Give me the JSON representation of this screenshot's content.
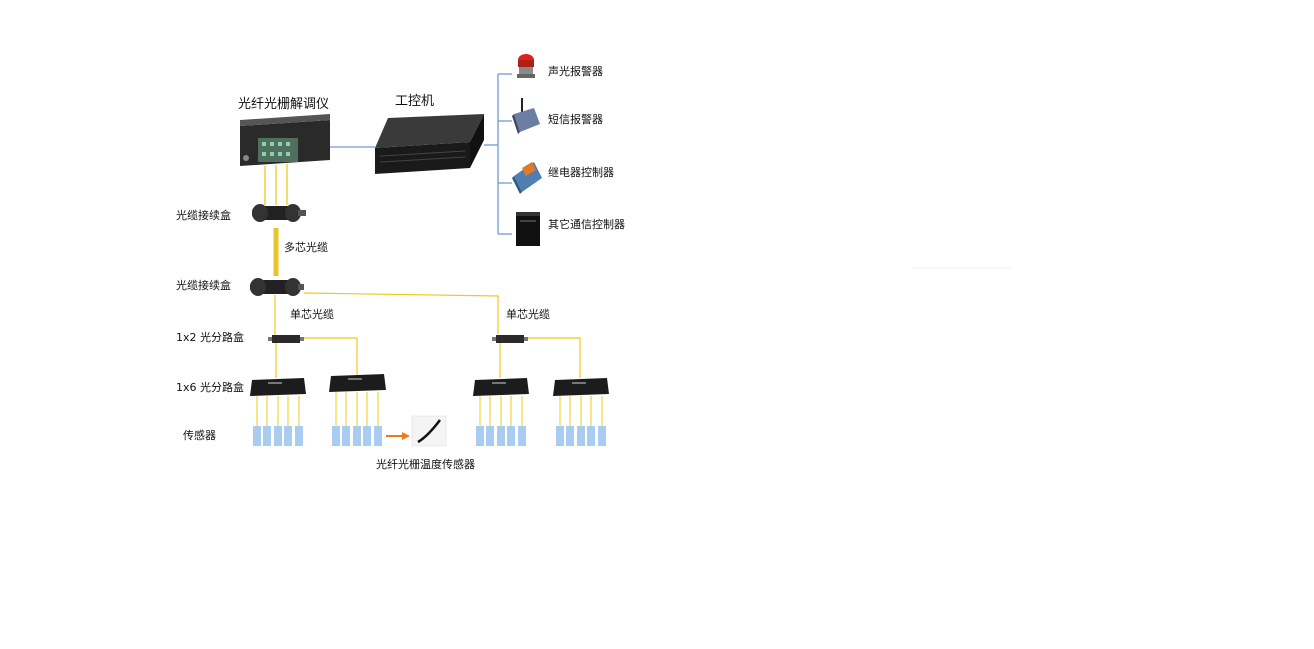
{
  "labels": {
    "demodulator": "光纤光栅解调仪",
    "ipc": "工控机",
    "alarm_sound_light": "声光报警器",
    "alarm_sms": "短信报警器",
    "relay_controller": "继电器控制器",
    "other_controller": "其它通信控制器",
    "splice_box_1": "光缆接续盒",
    "multi_core_cable": "多芯光缆",
    "splice_box_2": "光缆接续盒",
    "single_core_cable_left": "单芯光缆",
    "single_core_cable_right": "单芯光缆",
    "splitter_1x2": "1x2 光分路盒",
    "splitter_1x6": "1x6 光分路盒",
    "sensor": "传感器",
    "fbg_temp_sensor": "光纤光栅温度传感器"
  },
  "colors": {
    "fiber_yellow": "#f2c81a",
    "fiber_thick": "#e8c52a",
    "link_blue": "#6f9bd8",
    "sensor_blue": "#a9cdf0",
    "device_dark": "#1c1c1c",
    "arrow_orange": "#f07a1a",
    "alarm_red": "#d9231c"
  },
  "icons": {
    "alarm_sound_light": "siren-icon",
    "alarm_sms": "sms-modem-icon",
    "relay_controller": "relay-module-icon",
    "other_controller": "server-cabinet-icon"
  }
}
